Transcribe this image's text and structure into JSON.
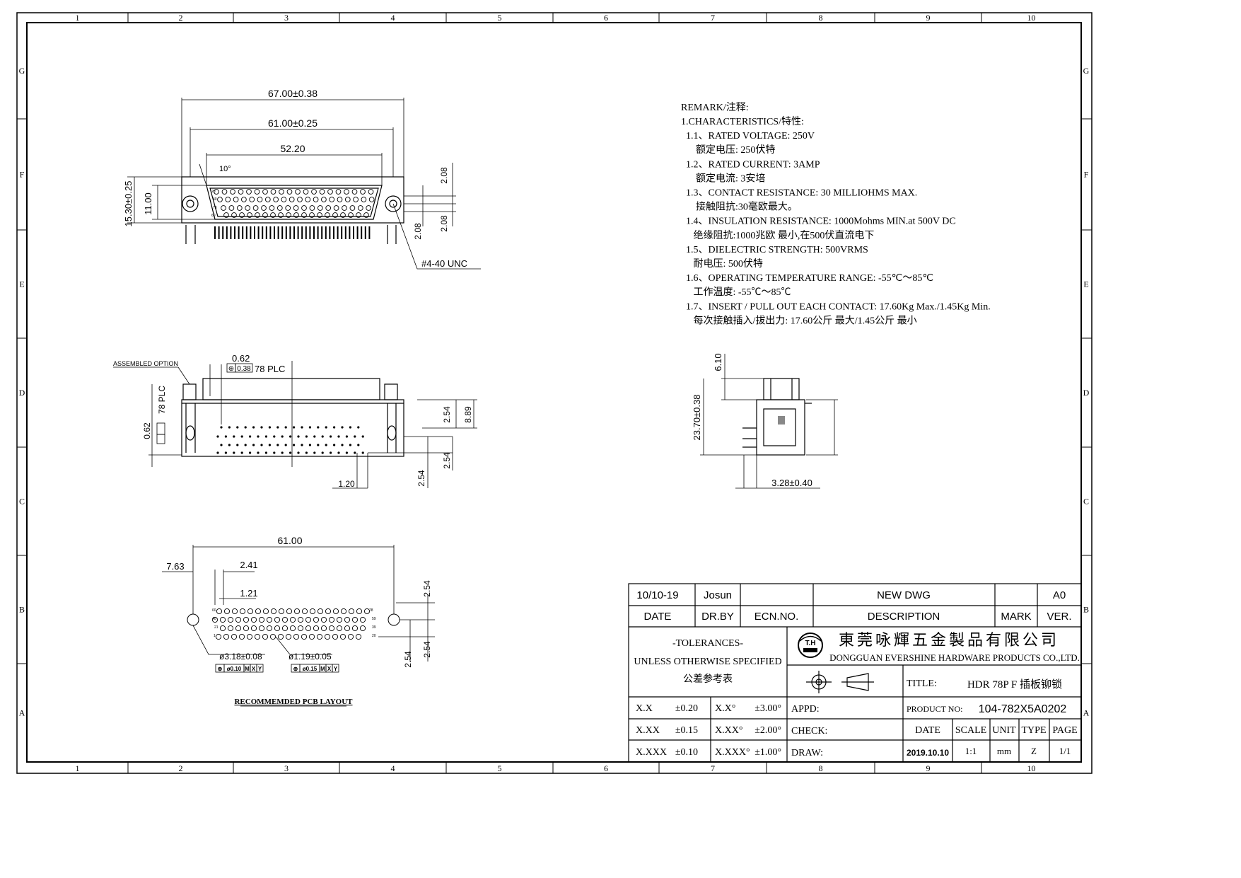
{
  "zones": {
    "columns": [
      "1",
      "2",
      "3",
      "4",
      "5",
      "6",
      "7",
      "8",
      "9",
      "10"
    ],
    "rows": [
      "G",
      "F",
      "E",
      "D",
      "C",
      "B",
      "A"
    ]
  },
  "top_view": {
    "dim_overall": "67.00±0.38",
    "dim_shell": "61.00±0.25",
    "dim_mount": "52.20",
    "angle": "10°",
    "dim_height": "15.30±0.25",
    "dim_inner": "11.00",
    "dim_right_a": "2.08",
    "dim_right_b": "2.08",
    "dim_right_c": "2.08",
    "thread": "#4-40 UNC",
    "pin_labels": [
      "20",
      "40",
      "78",
      "60",
      "21",
      "59",
      "1",
      "39"
    ]
  },
  "side_view": {
    "assembled_option": "ASSEMBLED OPTION",
    "dim_pin_dia": "0.62",
    "tolerance_symbol": "⊕",
    "tolerance_value": "0.38",
    "plc": "78 PLC",
    "dim_v_left": "0.62",
    "dim_h1": "2.54",
    "dim_h2": "8.89",
    "dim_h3": "2.54",
    "dim_h4": "2.54",
    "dim_pitch_h": "1.20"
  },
  "end_view": {
    "dim_top": "6.10",
    "dim_height": "23.70±0.38",
    "dim_bottom": "3.28±0.40"
  },
  "pcb_layout": {
    "dim_span": "61.00",
    "dim_offset": "7.63",
    "dim_pitch_a": "2.41",
    "dim_pitch_b": "1.21",
    "dim_right_top": "2.54",
    "dim_right_mid": "2.54",
    "dim_right_low": "2.54",
    "hole_large": "ø3.18±0.08",
    "hole_small": "ø1.19±0.05",
    "gdt_large": [
      "⊕",
      "ø0.10",
      "M",
      "X",
      "Y"
    ],
    "gdt_small": [
      "⊕",
      "ø0.15",
      "M",
      "X",
      "Y"
    ],
    "caption": "RECOMMEMDED PCB LAYOUT",
    "pin_labels": [
      "60",
      "78",
      "40",
      "59",
      "21",
      "39",
      "1",
      "20"
    ]
  },
  "remarks": {
    "heading": "REMARK/注释:",
    "lines": [
      "1.CHARACTERISTICS/特性:",
      "  1.1、RATED VOLTAGE: 250V",
      "      额定电压: 250伏特",
      "  1.2、RATED CURRENT: 3AMP",
      "      额定电流: 3安培",
      "  1.3、CONTACT RESISTANCE: 30 MILLIOHMS MAX.",
      "      接触阻抗:30毫欧最大。",
      "  1.4、INSULATION RESISTANCE: 1000Mohms MIN.at 500V DC",
      "     绝缘阻抗:1000兆欧 最小,在500伏直流电下",
      "  1.5、DIELECTRIC STRENGTH: 500VRMS",
      "     耐电压: 500伏特",
      "  1.6、OPERATING TEMPERATURE RANGE: -55℃～85℃",
      "     工作温度: -55℃～85℃",
      "  1.7、INSERT / PULL OUT EACH CONTACT: 17.60Kg Max./1.45Kg Min.",
      "     每次接触插入/拔出力: 17.60公斤 最大/1.45公斤 最小"
    ]
  },
  "title_block": {
    "rev_date": "10/10-19",
    "rev_by": "Josun",
    "rev_ecn": "",
    "rev_desc": "NEW DWG",
    "rev_mark": "",
    "rev_ver": "A0",
    "h_date": "DATE",
    "h_drby": "DR.BY",
    "h_ecn": "ECN.NO.",
    "h_desc": "DESCRIPTION",
    "h_mark": "MARK",
    "h_ver": "VER.",
    "tol_title": "-TOLERANCES-",
    "tol_sub": "UNLESS OTHERWISE SPECIFIED",
    "tol_cn": "公差参考表",
    "company_cn": "東莞咏輝五金製品有限公司",
    "company_en": "DONGGUAN EVERSHINE HARDWARE PRODUCTS CO.,LTD.",
    "logo_text": "T.H",
    "title_label": "TITLE:",
    "title_value": "HDR 78P F 插板铆锁",
    "product_label": "PRODUCT NO:",
    "product_value": "104-782X5A0202",
    "tol_rows": [
      {
        "a": "X.X",
        "b": "±0.20",
        "c": "X.X°",
        "d": "±3.00°"
      },
      {
        "a": "X.XX",
        "b": "±0.15",
        "c": "X.XX°",
        "d": "±2.00°"
      },
      {
        "a": "X.XXX",
        "b": "±0.10",
        "c": "X.XXX°",
        "d": "±1.00°"
      }
    ],
    "appd": "APPD:",
    "check": "CHECK:",
    "draw": "DRAW:",
    "c_date": "DATE",
    "c_scale": "SCALE",
    "c_unit": "UNIT",
    "c_type": "TYPE",
    "c_page": "PAGE",
    "v_date": "2019.10.10",
    "v_scale": "1:1",
    "v_unit": "mm",
    "v_type": "Z",
    "v_page": "1/1"
  }
}
